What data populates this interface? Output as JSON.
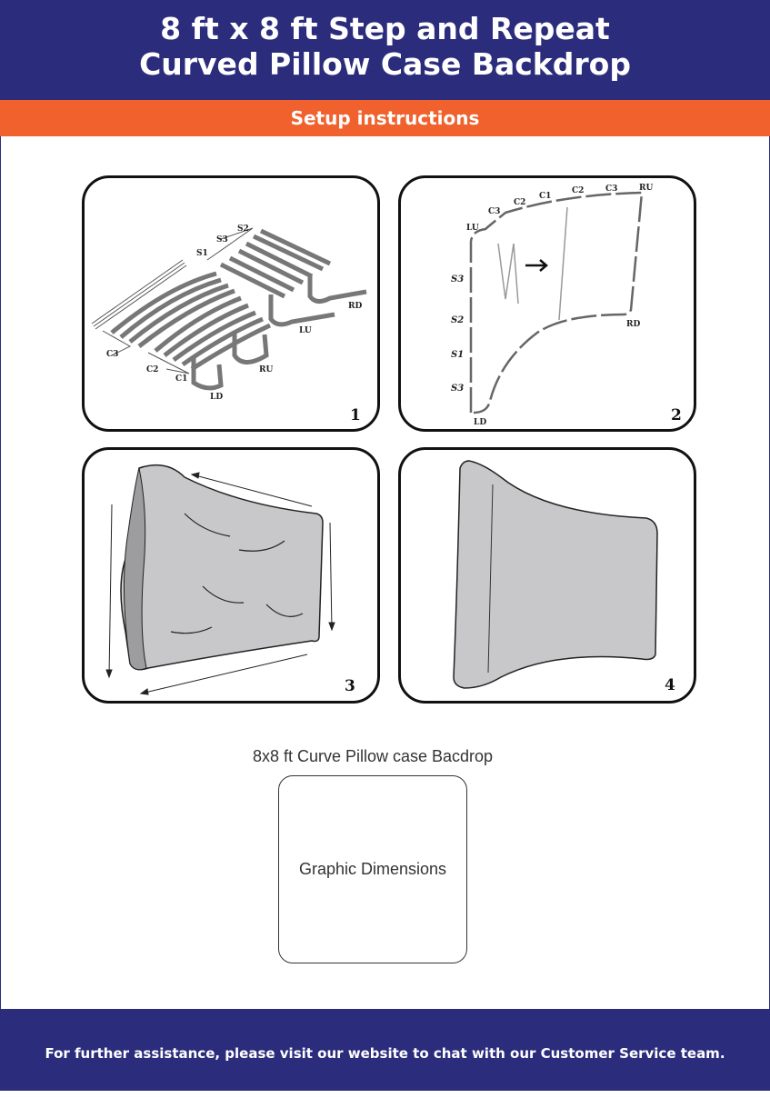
{
  "header": {
    "title_line1": "8 ft x 8 ft Step and Repeat",
    "title_line2": "Curved Pillow Case Backdrop"
  },
  "subheader": "Setup instructions",
  "steps": [
    {
      "number": "1",
      "labels": {
        "s2": "S2",
        "s3": "S3",
        "s1": "S1",
        "rd": "RD",
        "lu": "LU",
        "c3": "C3",
        "c2": "C2",
        "c1": "C1",
        "ru": "RU",
        "ld": "LD"
      }
    },
    {
      "number": "2",
      "labels": {
        "lu": "LU",
        "c3a": "C3",
        "c2a": "C2",
        "c1": "C1",
        "c2b": "C2",
        "c3b": "C3",
        "ru": "RU",
        "s3a": "S3",
        "s2": "S2",
        "s1": "S1",
        "s3b": "S3",
        "ld": "LD",
        "rd": "RD"
      }
    },
    {
      "number": "3"
    },
    {
      "number": "4"
    }
  ],
  "graphic": {
    "caption": "8x8 ft Curve Pillow case Bacdrop",
    "box_label": "Graphic Dimensions"
  },
  "footer": "For further assistance, please visit our website to chat with our Customer Service team."
}
